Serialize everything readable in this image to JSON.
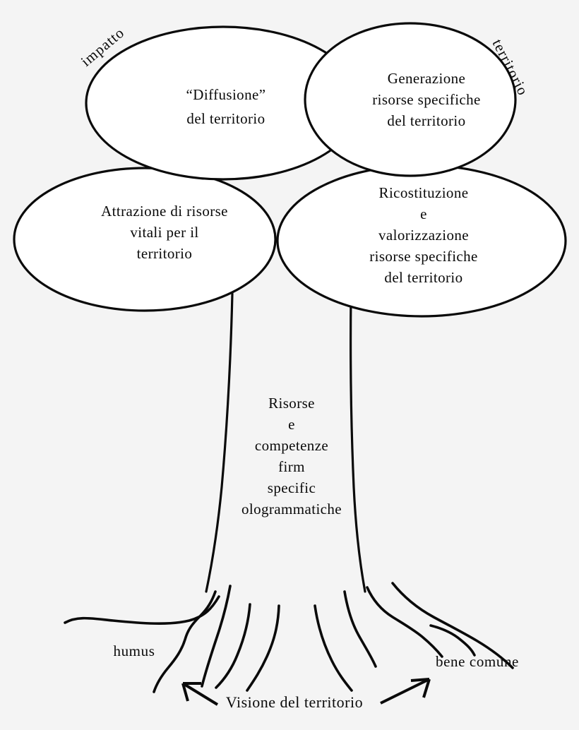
{
  "diagram": {
    "title": "Tree metaphor of territorial impact",
    "background_color": "#f4f4f4",
    "stroke_color": "#0a0a0a",
    "fill_color": "#ffffff",
    "curved_labels": {
      "left": "impatto",
      "right": "territorio"
    },
    "canopy": {
      "top_left": {
        "name": "diffusione",
        "lines": [
          "“Diffusione”",
          "del territorio"
        ]
      },
      "top_right": {
        "name": "generazione",
        "lines": [
          "Generazione",
          "risorse  specifiche",
          "del territorio"
        ]
      },
      "bottom_left": {
        "name": "attrazione",
        "lines": [
          "Attrazione di  risorse",
          "vitali per il",
          "territorio"
        ]
      },
      "bottom_right": {
        "name": "ricostituzione",
        "lines": [
          "Ricostituzione",
          "e",
          "valorizzazione",
          "risorse  specifiche",
          "del territorio"
        ]
      }
    },
    "trunk": {
      "name": "trunk",
      "lines": [
        "Risorse",
        "e",
        "competenze",
        "firm",
        "specific",
        "ologrammatiche"
      ]
    },
    "roots": {
      "left_label": "humus",
      "right_label": "bene comune"
    },
    "footer": {
      "label": "Visione del territorio"
    }
  }
}
